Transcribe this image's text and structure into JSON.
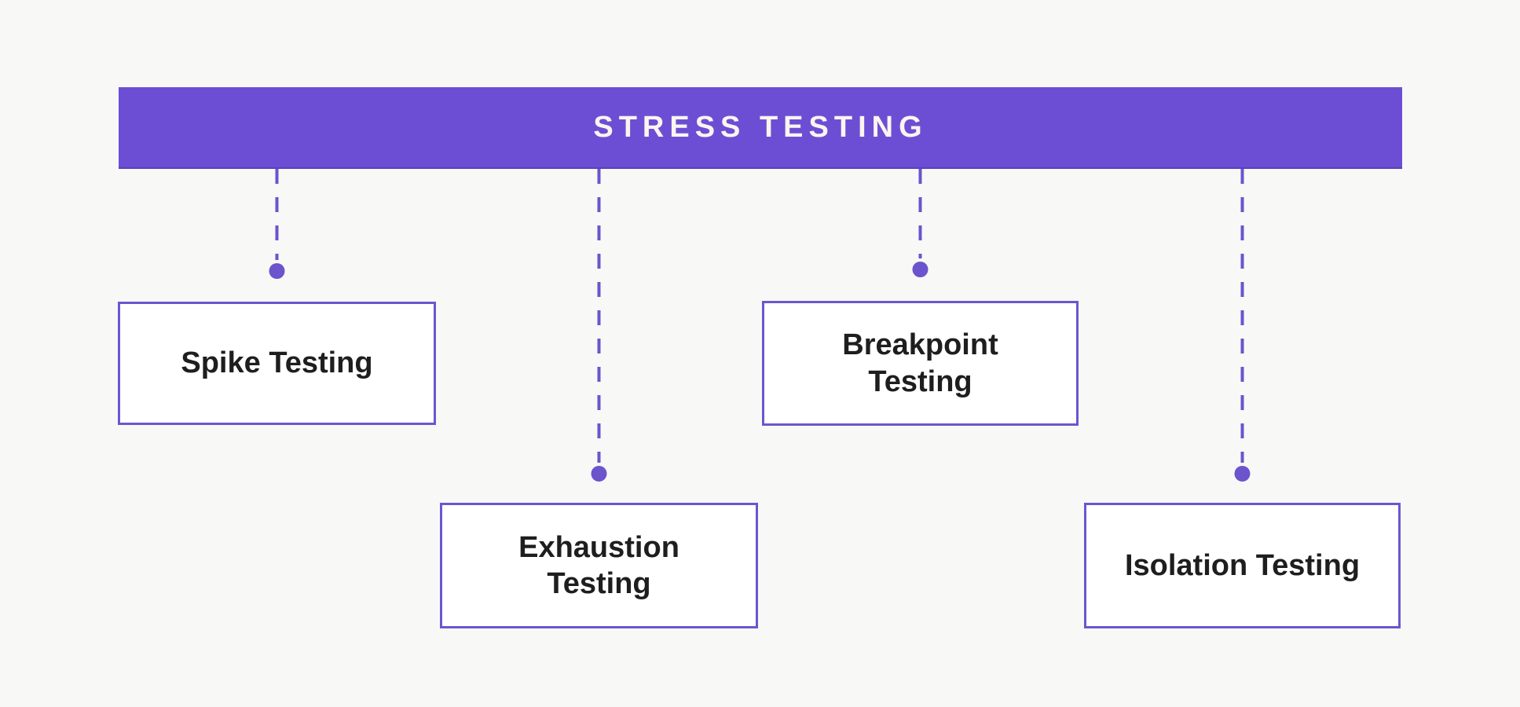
{
  "title": "STRESS TESTING",
  "nodes": [
    {
      "id": "spike-testing",
      "label": "Spike Testing"
    },
    {
      "id": "exhaustion-testing",
      "label": "Exhaustion\nTesting"
    },
    {
      "id": "breakpoint-testing",
      "label": "Breakpoint\nTesting"
    },
    {
      "id": "isolation-testing",
      "label": "Isolation Testing"
    }
  ],
  "colors": {
    "header_bar": "#6C4ED4",
    "accent": "#6B54CC",
    "background": "#F8F8F7",
    "node_fill": "#FFFFFF",
    "node_border": "#6C56CE",
    "node_text": "#1E1E1E",
    "title_text": "#F9F5EF"
  }
}
